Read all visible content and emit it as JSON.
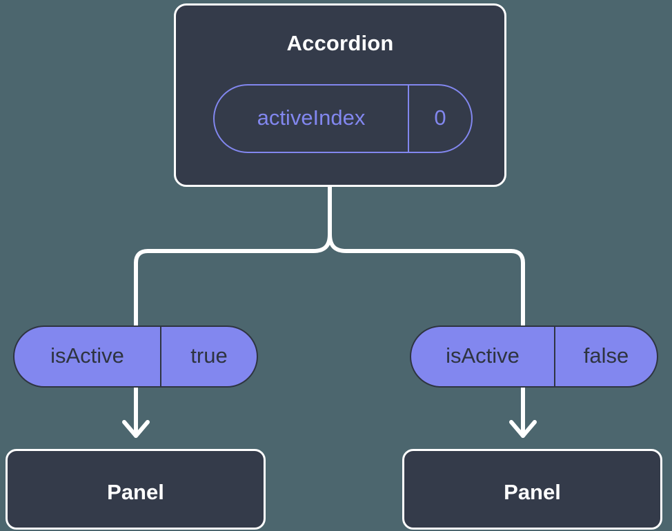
{
  "diagram": {
    "type": "component-tree",
    "background_color": "#4c666e",
    "accent_color": "#8287ef",
    "node_color": "#343b4a",
    "line_color": "#ffffff"
  },
  "parent": {
    "title": "Accordion",
    "prop": {
      "key": "activeIndex",
      "value": "0"
    }
  },
  "branches": [
    {
      "prop": {
        "key": "isActive",
        "value": "true"
      },
      "child": {
        "title": "Panel"
      }
    },
    {
      "prop": {
        "key": "isActive",
        "value": "false"
      },
      "child": {
        "title": "Panel"
      }
    }
  ],
  "connectors": {
    "fork_icon": "fork-connector",
    "arrow_icon": "arrow-down-icon"
  }
}
